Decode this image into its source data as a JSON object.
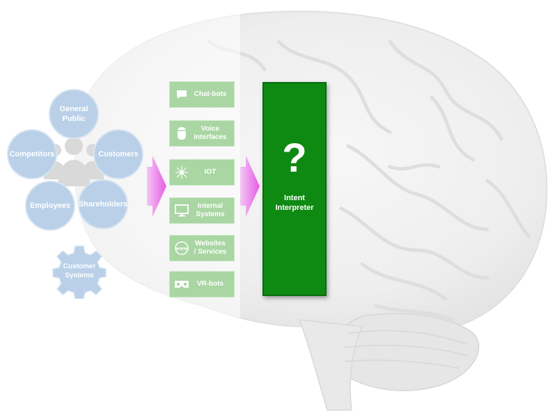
{
  "stakeholders": {
    "general_public": "General\nPublic",
    "competitors": "Competitors",
    "customers": "Customers",
    "employees": "Employees",
    "shareholders": "Shareholders"
  },
  "customer_systems": "Customer\nSystems",
  "channels": [
    {
      "label": "Chat-bots",
      "icon": "chat-bubble-icon"
    },
    {
      "label": "Voice\nInterfaces",
      "icon": "smart-speaker-icon"
    },
    {
      "label": "IOT",
      "icon": "network-hub-icon"
    },
    {
      "label": "Internal\nSystems",
      "icon": "monitor-icon"
    },
    {
      "label": "Websites\n/ Services",
      "icon": "www-globe-icon"
    },
    {
      "label": "VR-bots",
      "icon": "vr-headset-icon"
    }
  ],
  "intent": {
    "symbol": "?",
    "label": "Intent\nInterpreter"
  },
  "colors": {
    "stakeholder_circle": "#b9d0e8",
    "channel_box": "#a9d6a3",
    "intent_box": "#0e8a12",
    "arrow": "#e85ce8",
    "brain": "#ececec"
  }
}
